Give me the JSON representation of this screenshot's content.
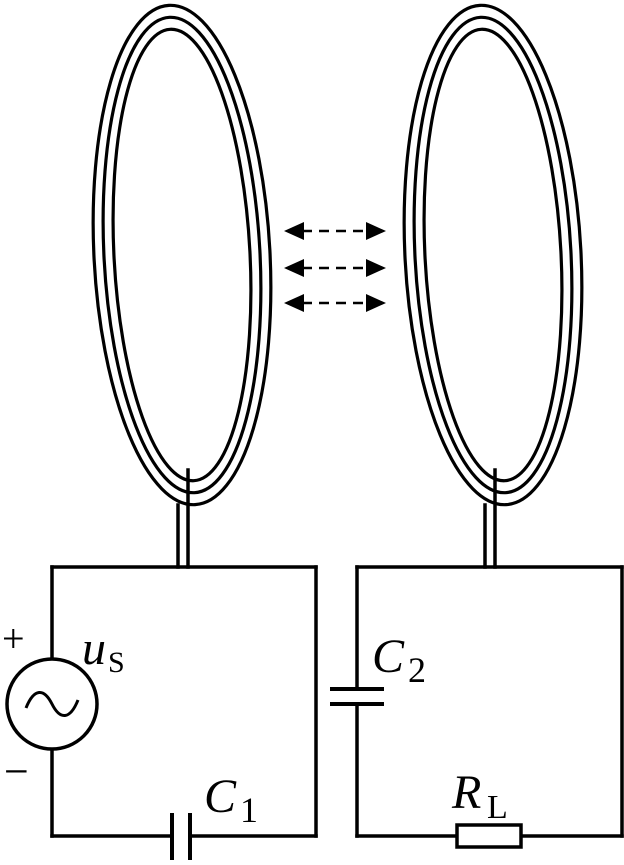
{
  "components": {
    "source": {
      "symbol": "u",
      "subscript": "S",
      "plus": "+",
      "minus": "−",
      "glyph": "~"
    },
    "capacitor_1": {
      "symbol": "C",
      "subscript": "1"
    },
    "capacitor_2": {
      "symbol": "C",
      "subscript": "2"
    },
    "load_resistor": {
      "symbol": "R",
      "subscript": "L"
    }
  },
  "coils": {
    "transmitter_turns": 3,
    "receiver_turns": 3
  },
  "coupling_arrows": 3
}
